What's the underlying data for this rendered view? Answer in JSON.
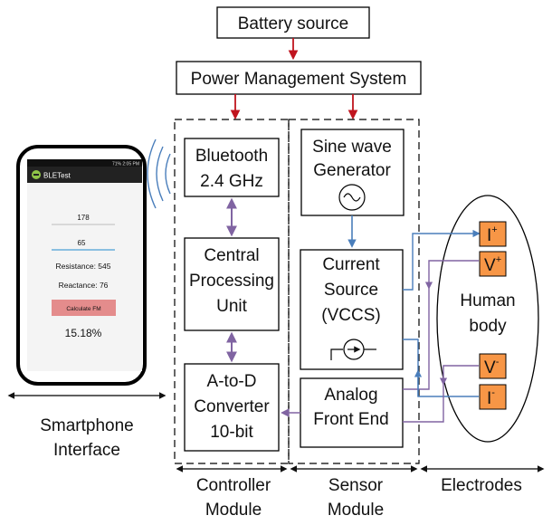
{
  "blocks": {
    "battery": "Battery source",
    "pms": "Power Management System",
    "bluetooth": [
      "Bluetooth",
      "2.4 GHz"
    ],
    "cpu": [
      "Central",
      "Processing",
      "Unit"
    ],
    "adc": [
      "A-to-D",
      "Converter",
      "10-bit"
    ],
    "sine": [
      "Sine wave",
      "Generator"
    ],
    "vccs": [
      "Current",
      "Source",
      "(VCCS)"
    ],
    "afe": [
      "Analog",
      "Front End"
    ],
    "human": [
      "Human",
      "body"
    ]
  },
  "electrodes": {
    "i_plus": {
      "base": "I",
      "sup": "+"
    },
    "v_plus": {
      "base": "V",
      "sup": "+"
    },
    "v_minus": {
      "base": "V",
      "sup": "-"
    },
    "i_minus": {
      "base": "I",
      "sup": "-"
    }
  },
  "phone": {
    "app_title": "BLETest",
    "status_bar": "71% 2:05 PM",
    "input1": "178",
    "input2": "65",
    "resistance": "Resistance: 545",
    "reactance": "Reactance: 76",
    "button": "Calculate FM",
    "result": "15.18%"
  },
  "labels": {
    "smartphone": [
      "Smartphone",
      "Interface"
    ],
    "controller": [
      "Controller",
      "Module"
    ],
    "sensor": [
      "Sensor",
      "Module"
    ],
    "electrodes": "Electrodes"
  },
  "colors": {
    "power_arrow": "#c0141e",
    "bus_arrow": "#8064a2",
    "signal_blue": "#4a7ebb",
    "electrode_fill": "#f79646",
    "button_fill": "#e48c8c",
    "phone_header": "#222222"
  }
}
